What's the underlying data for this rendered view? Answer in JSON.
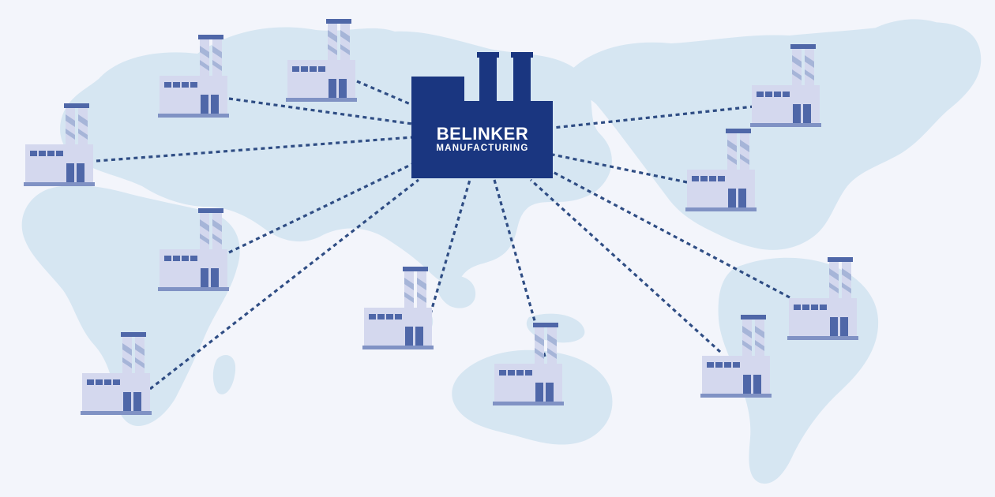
{
  "headquarters": {
    "name": "BELINKER",
    "subtitle": "MANUFACTURING",
    "icon": "factory-icon",
    "color": "#1a3680"
  },
  "colors": {
    "background": "#f3f5fb",
    "continents": "#d6e6f2",
    "connector": "#2f4d84",
    "factory_body": "#d4d8ee",
    "factory_accent": "#4f67a8",
    "factory_base": "#8092c4"
  },
  "satellite_factories": [
    {
      "id": "factory-northwest-europe",
      "icon": "factory-icon"
    },
    {
      "id": "factory-north-scandinavia",
      "icon": "factory-icon"
    },
    {
      "id": "factory-west",
      "icon": "factory-icon"
    },
    {
      "id": "factory-central-africa",
      "icon": "factory-icon"
    },
    {
      "id": "factory-south-africa",
      "icon": "factory-icon"
    },
    {
      "id": "factory-south-asia",
      "icon": "factory-icon"
    },
    {
      "id": "factory-australia",
      "icon": "factory-icon"
    },
    {
      "id": "factory-south-america",
      "icon": "factory-icon"
    },
    {
      "id": "factory-brazil",
      "icon": "factory-icon"
    },
    {
      "id": "factory-north-america-east",
      "icon": "factory-icon"
    },
    {
      "id": "factory-north-america-north",
      "icon": "factory-icon"
    }
  ]
}
